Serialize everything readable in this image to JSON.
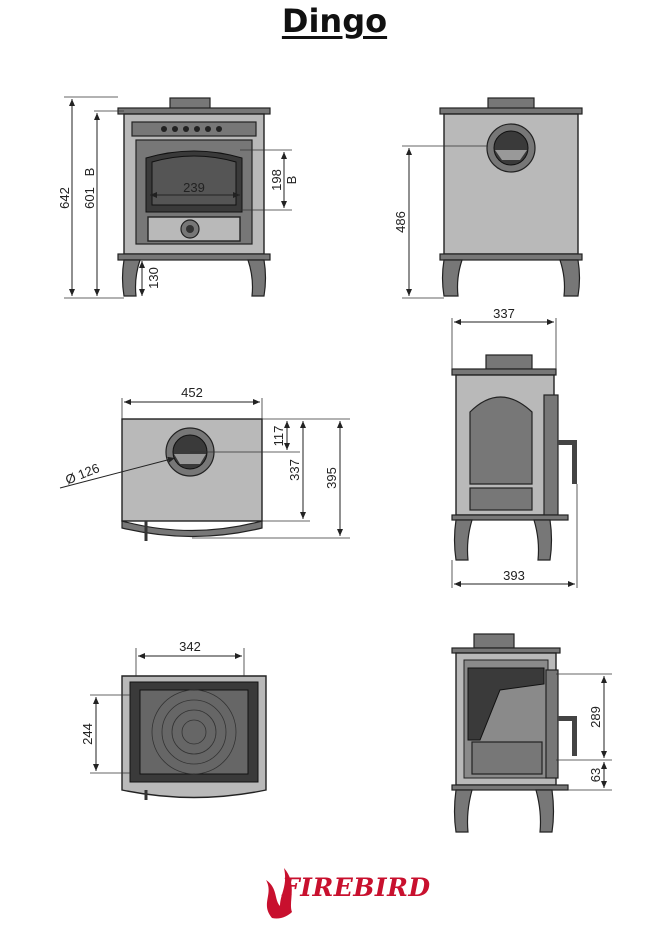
{
  "title": "Dingo",
  "brand": {
    "name": "FireBird",
    "display": "FIREBIRD",
    "color": "#c8102e"
  },
  "views": {
    "front": {
      "overall_height": "642",
      "flue_height": "601",
      "door_height": "198",
      "door_width": "239",
      "leg_height": "130"
    },
    "back": {
      "flue_height": "486"
    },
    "top": {
      "width": "452",
      "depth": "395",
      "flue_offset": "337",
      "flue_front": "117",
      "flue_diameter": "Ø 126"
    },
    "side": {
      "top_depth": "337",
      "base_depth": "393"
    },
    "firebox_plan": {
      "width": "342",
      "depth": "244"
    },
    "section": {
      "height": "289",
      "base": "63"
    }
  }
}
